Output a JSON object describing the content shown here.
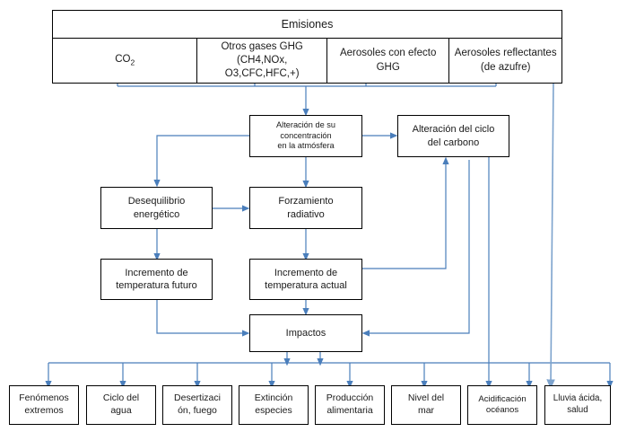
{
  "diagram": {
    "title": "Emisiones",
    "language": "es",
    "accent_color": "#4a7ebb",
    "box_border_color": "#000000",
    "background": "#ffffff"
  },
  "emissions_table": {
    "header": "Emisiones",
    "columns": [
      {
        "id": "co2",
        "line1": "CO",
        "subscript": "2",
        "line2": ""
      },
      {
        "id": "otros-ghg",
        "line1": "Otros gases GHG",
        "line2": "(CH4,NOx, O3,CFC,HFC,+)"
      },
      {
        "id": "aerosoles-ghg",
        "line1": "Aerosoles con efecto",
        "line2": "GHG"
      },
      {
        "id": "aerosoles-reflectantes",
        "line1": "Aerosoles reflectantes",
        "line2": "(de azufre)"
      }
    ]
  },
  "process_boxes": [
    {
      "id": "alteracion-concentracion",
      "lines": [
        "Alteración de su",
        "concentración",
        "en la atmósfera"
      ]
    },
    {
      "id": "alteracion-ciclo-carbono",
      "lines": [
        "Alteración del ciclo",
        "del carbono"
      ]
    },
    {
      "id": "desequilibrio-energetico",
      "lines": [
        "Desequilibrio",
        "energético"
      ]
    },
    {
      "id": "forzamiento-radiativo",
      "lines": [
        "Forzamiento",
        "radiativo"
      ]
    },
    {
      "id": "incremento-temp-futuro",
      "lines": [
        "Incremento de",
        "temperatura futuro"
      ]
    },
    {
      "id": "incremento-temp-actual",
      "lines": [
        "Incremento de",
        "temperatura actual"
      ]
    },
    {
      "id": "impactos",
      "lines": [
        "Impactos"
      ]
    }
  ],
  "impact_boxes": [
    {
      "id": "fenomenos-extremos",
      "lines": [
        "Fenómenos",
        "extremos"
      ]
    },
    {
      "id": "ciclo-del-agua",
      "lines": [
        "Ciclo del",
        "agua"
      ]
    },
    {
      "id": "desertizacion-fuego",
      "lines": [
        "Desertizaci",
        "ón, fuego"
      ]
    },
    {
      "id": "extincion-especies",
      "lines": [
        "Extinción",
        "especies"
      ]
    },
    {
      "id": "produccion-alimentaria",
      "lines": [
        "Producción",
        "alimentaria"
      ]
    },
    {
      "id": "nivel-del-mar",
      "lines": [
        "Nivel del",
        "mar"
      ]
    },
    {
      "id": "acidificacion-oceanos",
      "lines": [
        "Acidificación",
        "océanos"
      ]
    },
    {
      "id": "lluvia-acida-salud",
      "lines": [
        "Lluvia ácida,",
        "salud"
      ]
    }
  ]
}
